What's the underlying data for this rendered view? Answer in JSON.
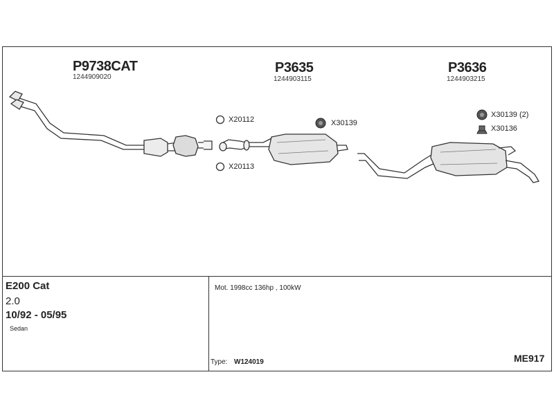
{
  "parts": [
    {
      "code": "P9738CAT",
      "number": "1244909020"
    },
    {
      "code": "P3635",
      "number": "1244903115"
    },
    {
      "code": "P3636",
      "number": "1244903215"
    }
  ],
  "accessories": [
    {
      "label": "X20112",
      "icon": "ring-clamp-icon"
    },
    {
      "label": "X20113",
      "icon": "ring-clamp-icon"
    },
    {
      "label": "X30139",
      "icon": "rubber-hanger-icon"
    },
    {
      "label": "X30139 (2)",
      "icon": "rubber-hanger-icon"
    },
    {
      "label": "X30136",
      "icon": "mounting-bracket-icon"
    }
  ],
  "vehicle": {
    "model": "E200 Cat",
    "engine_size": "2.0",
    "period": "10/92 - 05/95",
    "body": "Sedan"
  },
  "motor": "Mot. 1998cc 136hp , 100kW",
  "type_label": "Type:",
  "type_value": "W124019",
  "drawing_code": "ME917"
}
